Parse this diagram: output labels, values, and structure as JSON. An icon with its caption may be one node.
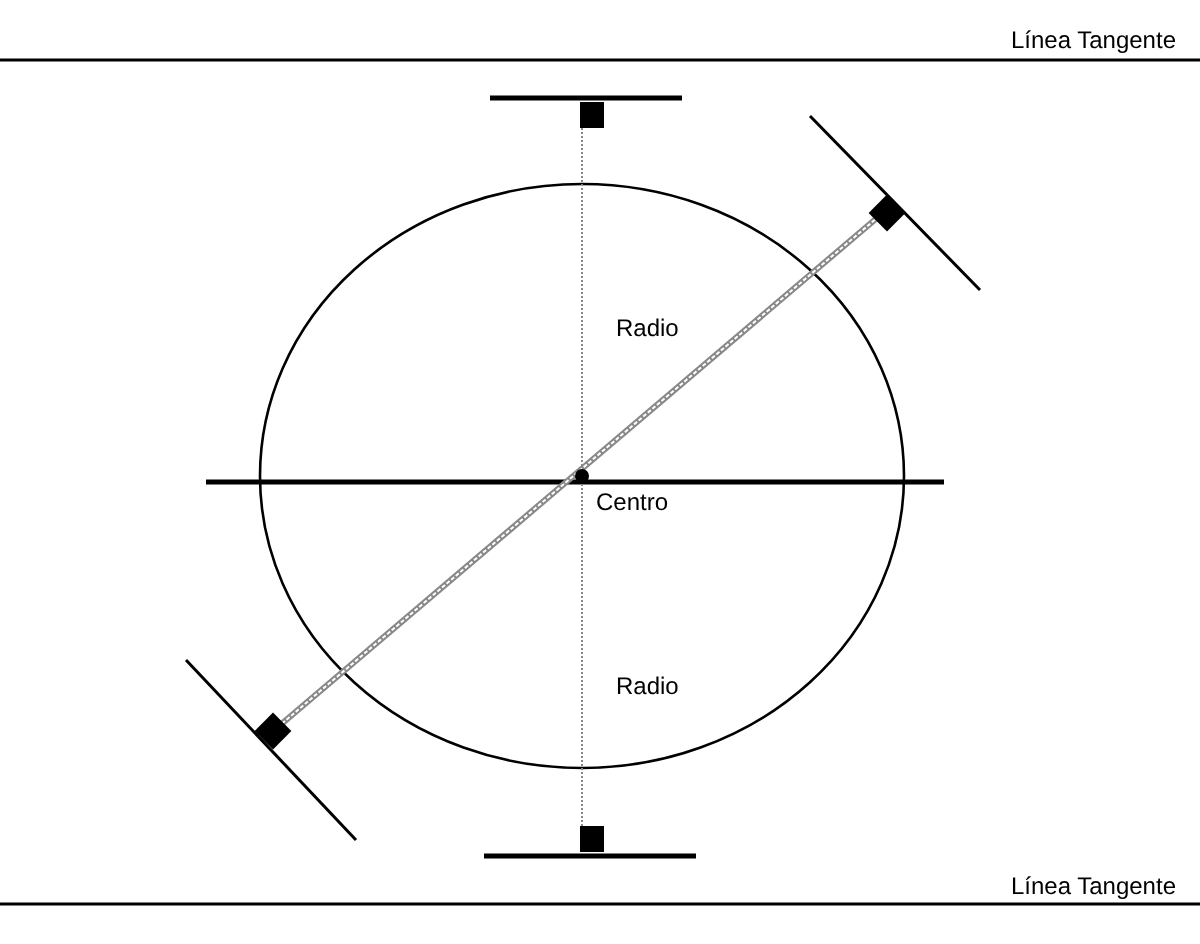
{
  "diagram": {
    "labels": [
      "Línea Tangente",
      "Radio",
      "Centro",
      "Radio",
      "Línea Tangente"
    ]
  }
}
